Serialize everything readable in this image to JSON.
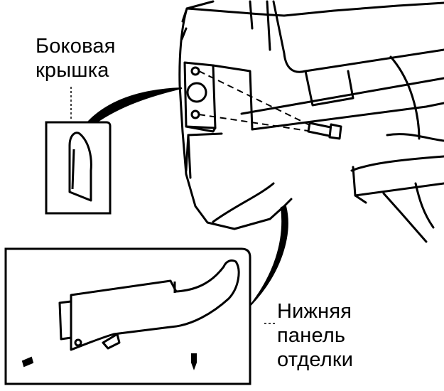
{
  "labels": {
    "side_cover": {
      "line1": "Боковая",
      "line2": "крышка"
    },
    "lower_trim_panel": {
      "line1": "Нижняя",
      "line2": "панель",
      "line3": "отделки"
    }
  },
  "colors": {
    "ink": "#000000",
    "paper": "#ffffff"
  },
  "icons": [
    "bolt-icon",
    "screw-icon",
    "side-cover-icon",
    "lower-trim-panel-icon"
  ]
}
